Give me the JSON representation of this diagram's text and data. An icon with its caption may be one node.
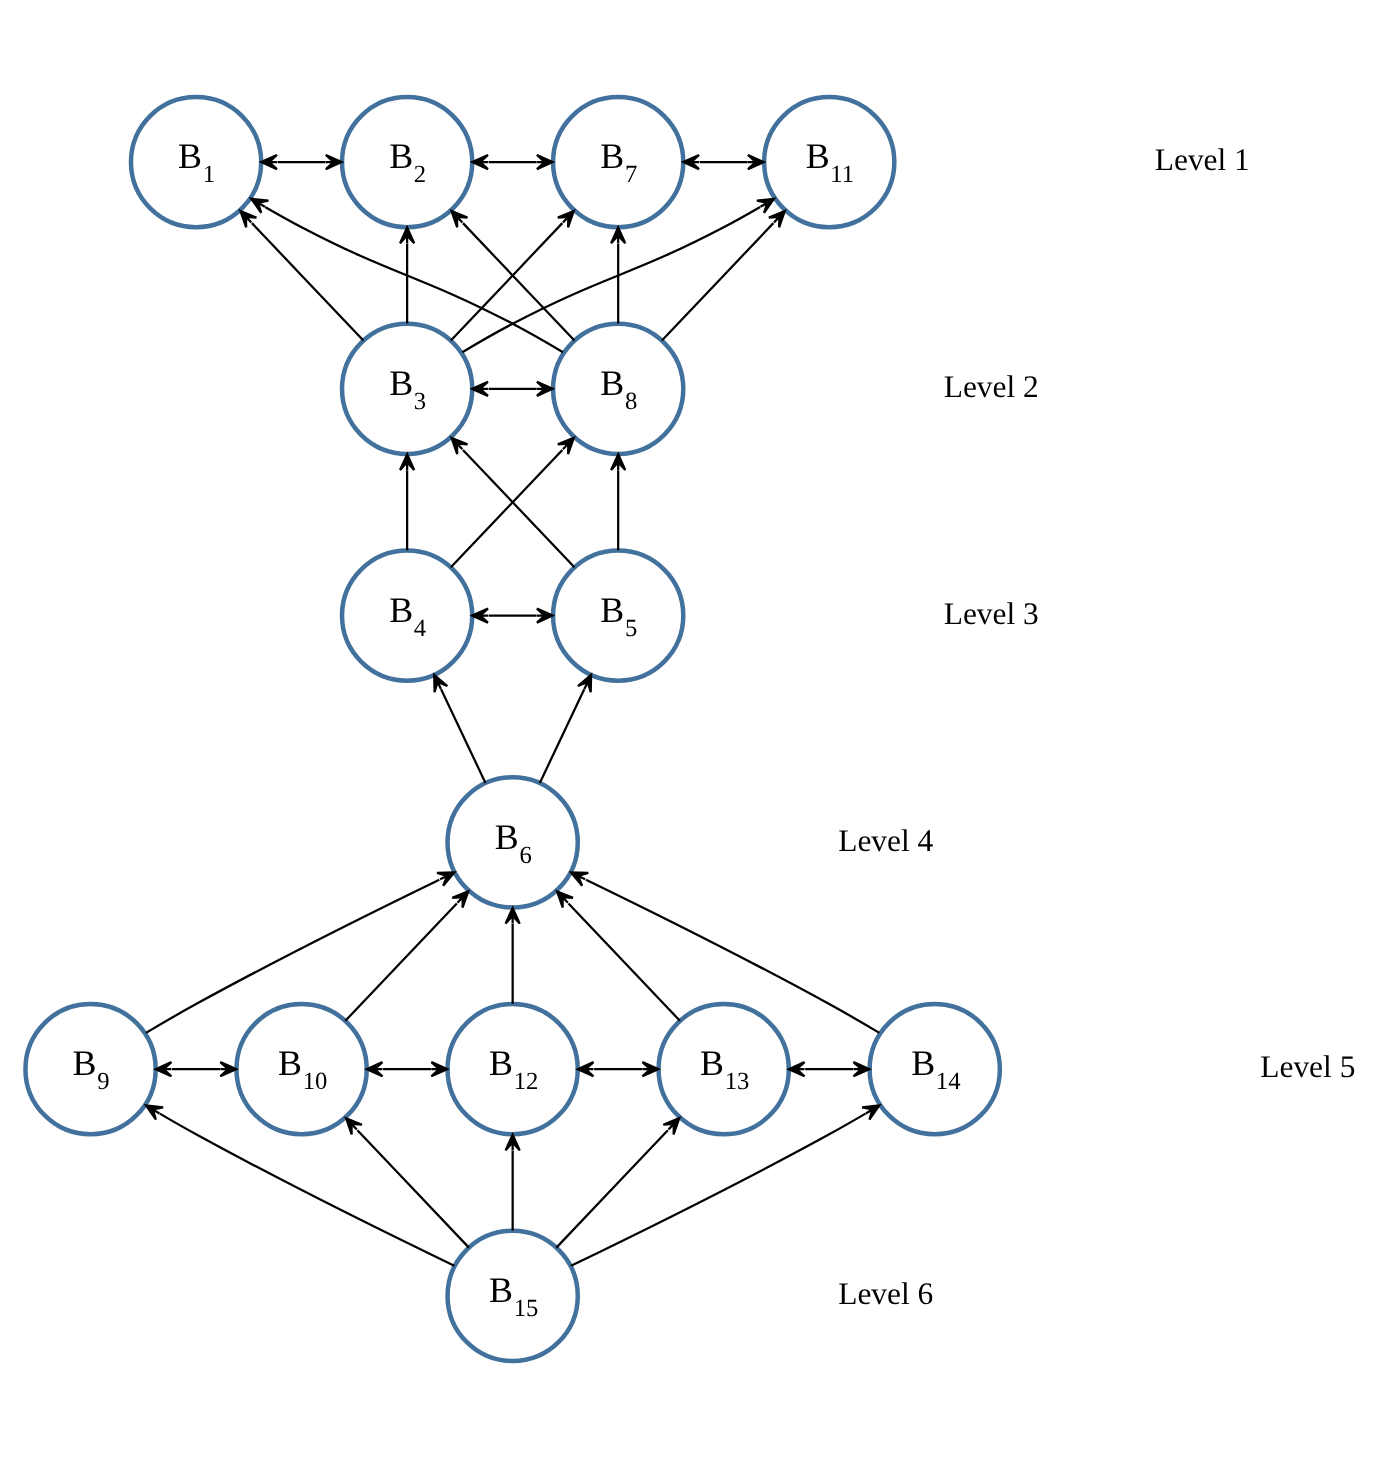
{
  "diagram": {
    "nodes": [
      {
        "text": [
          "B$_{1}$"
        ]
      },
      {
        "text": [
          "B$_{2}$"
        ]
      },
      {
        "text": [
          "B$_{7}$"
        ]
      },
      {
        "text": [
          "B$_{11}$"
        ]
      },
      {
        "text": [
          "B$_{3}$"
        ]
      },
      {
        "text": [
          "B$_{8}$"
        ]
      },
      {
        "text": [
          "B$_{4}$"
        ]
      },
      {
        "text": [
          "B$_{5}$"
        ]
      },
      {
        "text": [
          "B$_{6}$"
        ]
      },
      {
        "text": [
          "B$_{9}$"
        ]
      },
      {
        "text": [
          "B$_{10}$"
        ]
      },
      {
        "text": [
          "B$_{12}$"
        ]
      },
      {
        "text": [
          "B$_{13}$"
        ]
      },
      {
        "text": [
          "B$_{14}$"
        ]
      },
      {
        "text": [
          "B$_{15}$"
        ]
      }
    ],
    "edges": [
      {
        "from": 0,
        "to": 1,
        "arrow": "both"
      },
      {
        "from": 1,
        "to": 2,
        "arrow": "both"
      },
      {
        "from": 2,
        "to": 3,
        "arrow": "both"
      },
      {
        "from": 4,
        "to": 0,
        "arrow": "to"
      },
      {
        "from": 4,
        "to": 1,
        "arrow": "to"
      },
      {
        "from": 4,
        "to": 2,
        "arrow": "to"
      },
      {
        "from": 4,
        "to": 3,
        "arrow": "to"
      },
      {
        "from": 5,
        "to": 0,
        "arrow": "to"
      },
      {
        "from": 5,
        "to": 1,
        "arrow": "to"
      },
      {
        "from": 5,
        "to": 2,
        "arrow": "to"
      },
      {
        "from": 5,
        "to": 3,
        "arrow": "to"
      },
      {
        "from": 4,
        "to": 5,
        "arrow": "both"
      },
      {
        "from": 6,
        "to": 4,
        "arrow": "to"
      },
      {
        "from": 6,
        "to": 5,
        "arrow": "to"
      },
      {
        "from": 7,
        "to": 4,
        "arrow": "to"
      },
      {
        "from": 7,
        "to": 5,
        "arrow": "to"
      },
      {
        "from": 6,
        "to": 7,
        "arrow": "both"
      },
      {
        "from": 8,
        "to": 6,
        "arrow": "to"
      },
      {
        "from": 8,
        "to": 7,
        "arrow": "to"
      },
      {
        "from": 9,
        "to": 8,
        "arrow": "to"
      },
      {
        "from": 10,
        "to": 8,
        "arrow": "to"
      },
      {
        "from": 11,
        "to": 8,
        "arrow": "to"
      },
      {
        "from": 12,
        "to": 8,
        "arrow": "to"
      },
      {
        "from": 13,
        "to": 8,
        "arrow": "to"
      },
      {
        "from": 9,
        "to": 10,
        "arrow": "both"
      },
      {
        "from": 10,
        "to": 11,
        "arrow": "both"
      },
      {
        "from": 11,
        "to": 12,
        "arrow": "both"
      },
      {
        "from": 12,
        "to": 13,
        "arrow": "both"
      },
      {
        "from": 14,
        "to": 9,
        "arrow": "to"
      },
      {
        "from": 14,
        "to": 10,
        "arrow": "to"
      },
      {
        "from": 14,
        "to": 11,
        "arrow": "to"
      },
      {
        "from": 14,
        "to": 12,
        "arrow": "to"
      },
      {
        "from": 14,
        "to": 13,
        "arrow": "to"
      }
    ],
    "labels": [
      "Level 1",
      "Level 2",
      "Level 3",
      "Level 4",
      "Level 5",
      "Level 6"
    ]
  }
}
